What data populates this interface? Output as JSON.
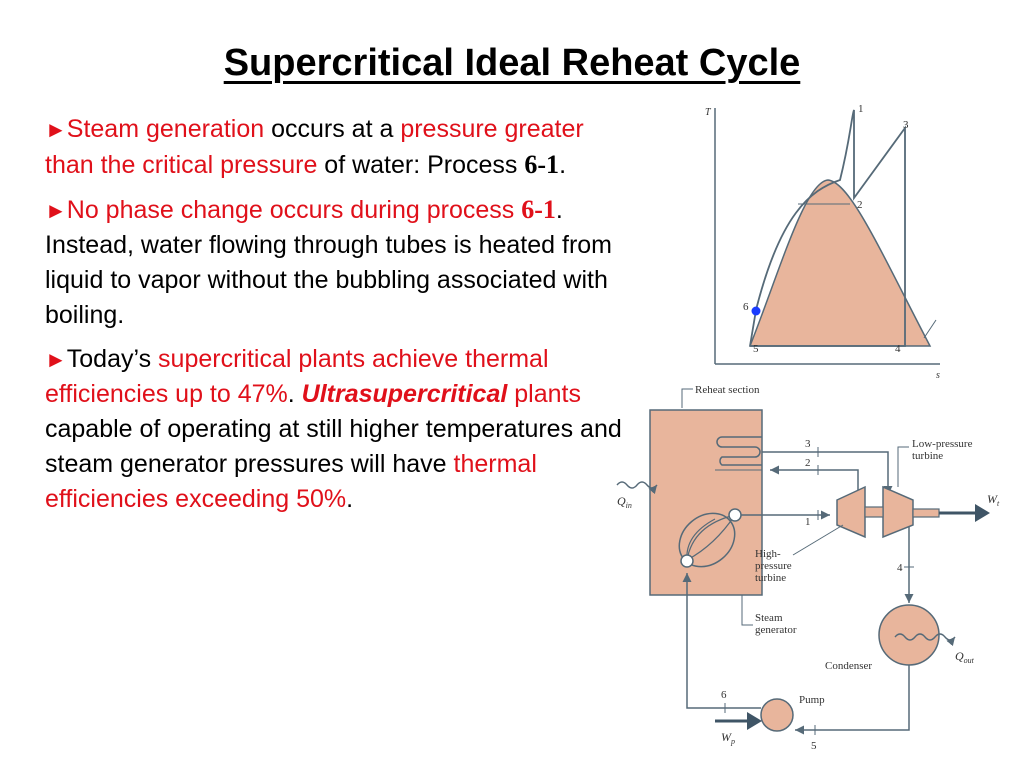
{
  "slide": {
    "title": "Supercritical Ideal Reheat Cycle",
    "bullets": [
      {
        "marker": "►",
        "s1": "Steam generation",
        "s2": " occurs at a ",
        "s3": "pressure greater than the critical pressure",
        "s4": " of water:  Process ",
        "s5": "6-1",
        "s6": "."
      },
      {
        "marker": "►",
        "s1": "No phase change occurs during process ",
        "s2": "6-1",
        "s3": ".  Instead, water flowing through tubes is heated from liquid to vapor without the bubbling associated with boiling."
      },
      {
        "marker": "►",
        "s1": "Today’s ",
        "s2": "supercritical plants achieve thermal efficiencies up to 47%",
        "s3": ".",
        "s4": "Ultrasupercritical",
        "s5": " plants",
        "s6": " capable of operating at still higher temperatures and steam generator pressures will have ",
        "s7": "thermal efficiencies exceeding 50%",
        "s8": "."
      }
    ]
  },
  "ts_diagram": {
    "axis_t": "T",
    "axis_s": "s",
    "points": [
      "1",
      "2",
      "3",
      "4",
      "5",
      "6"
    ]
  },
  "schematic": {
    "reheat_section": "Reheat section",
    "low_pressure_turbine_1": "Low-pressure",
    "low_pressure_turbine_2": "turbine",
    "high_pressure_turbine_1": "High-",
    "high_pressure_turbine_2": "pressure",
    "high_pressure_turbine_3": "turbine",
    "steam_generator_1": "Steam",
    "steam_generator_2": "generator",
    "condenser": "Condenser",
    "pump": "Pump",
    "q_in": "Q",
    "q_in_sub": "in",
    "q_out": "Q",
    "q_out_sub": "out",
    "w_t": "W",
    "w_t_sub": "t",
    "w_p": "W",
    "w_p_sub": "p",
    "state_labels": [
      "3",
      "2",
      "1",
      "4",
      "6",
      "5"
    ]
  },
  "colors": {
    "fill": "#e8b59c",
    "line": "#566a78",
    "red": "#e0101a",
    "marker": "#1a3cff"
  }
}
